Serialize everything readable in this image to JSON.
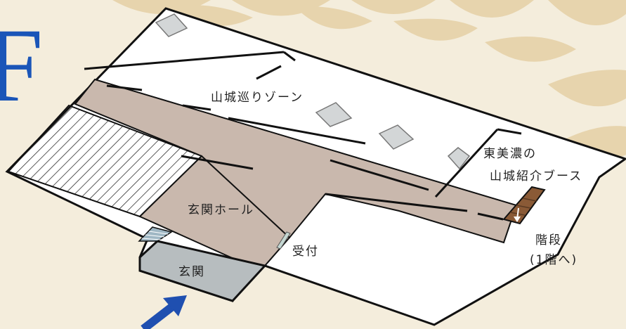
{
  "floor": {
    "letter": "F"
  },
  "rooms": {
    "castle_zone": "山城巡りゾーン",
    "east_mino_booth_line1": "東美濃の",
    "east_mino_booth_line2": "山城紹介ブース",
    "entrance_hall": "玄関ホール",
    "reception": "受付",
    "entrance": "玄関",
    "stairs_line1": "階段",
    "stairs_line2": "(1階へ)"
  },
  "colors": {
    "corridor": "#c9b8ad",
    "entrance": "#b7bdbf",
    "wall": "#111111",
    "room": "#ffffff",
    "exhibit": "#d3d6d7",
    "stairs": "#8a5a36",
    "arrow": "#1f4fb0",
    "floor_letter": "#1a55b8",
    "background": "#f4eddc",
    "decor": "#e6d2a8"
  },
  "icons": {
    "entrance_arrow": "arrow-up-right-icon",
    "stairs_arrow": "arrow-down-icon"
  }
}
